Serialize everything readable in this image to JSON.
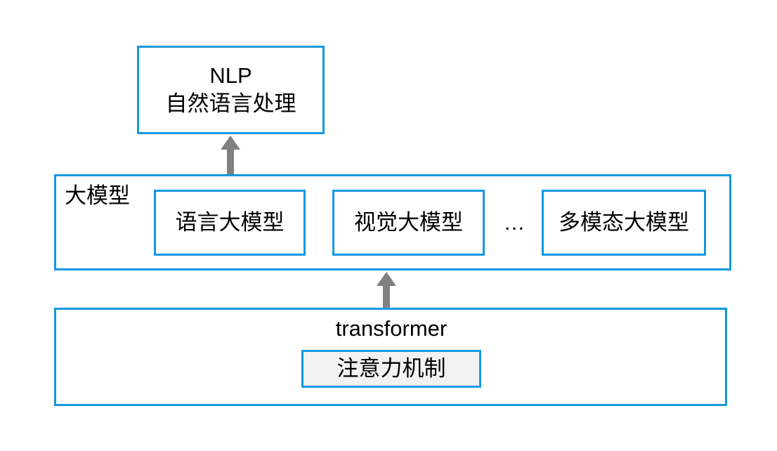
{
  "diagram": {
    "title_node": {
      "name": "nlp-node",
      "line1": "NLP",
      "line2": "自然语言处理",
      "text": "NLP\n自然语言处理"
    },
    "llm_layer": {
      "label": "大模型",
      "items": [
        {
          "name": "language-model",
          "label": "语言大模型"
        },
        {
          "name": "vision-model",
          "label": "视觉大模型"
        },
        {
          "name": "ellipsis",
          "label": "…"
        },
        {
          "name": "multimodal-model",
          "label": "多模态大模型"
        }
      ]
    },
    "transformer_layer": {
      "label": "transformer",
      "inner": {
        "name": "attention-mechanism",
        "label": "注意力机制"
      }
    },
    "connections": [
      {
        "name": "llm-to-nlp",
        "from": "语言大模型",
        "to": "NLP 自然语言处理",
        "direction": "up"
      },
      {
        "name": "transformer-to-llm",
        "from": "transformer",
        "to": "视觉大模型",
        "direction": "up"
      }
    ],
    "colors": {
      "border_blue": "#1399e0",
      "arrow_gray": "#808080",
      "fill_gray": "#f2f2f2",
      "background": "#ffffff",
      "text": "#000000"
    }
  }
}
